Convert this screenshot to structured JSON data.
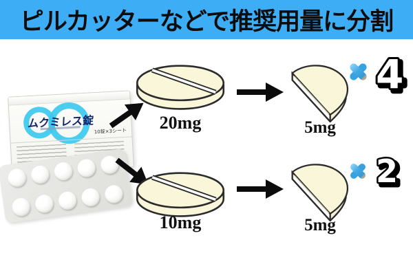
{
  "header": {
    "title": "ピルカッターなどで推奨用量に分割",
    "bg_color": "#3daef6",
    "text_color": "#0d0d0d"
  },
  "package": {
    "product_name": "ムクミレス錠",
    "count_label": "10錠×3シート"
  },
  "rows": [
    {
      "source_label": "20mg",
      "result_label": "5mg",
      "times": "×",
      "count": "4"
    },
    {
      "source_label": "10mg",
      "result_label": "5mg",
      "times": "×",
      "count": "2"
    }
  ],
  "colors": {
    "header_bg": "#3daef6",
    "pill_fill": "#f9f6da",
    "pill_outline": "#2b2b2b",
    "cross_blue": "#36a2e2",
    "ring_cyan": "#3cc9ee",
    "arrow_black": "#0c0c0c"
  }
}
